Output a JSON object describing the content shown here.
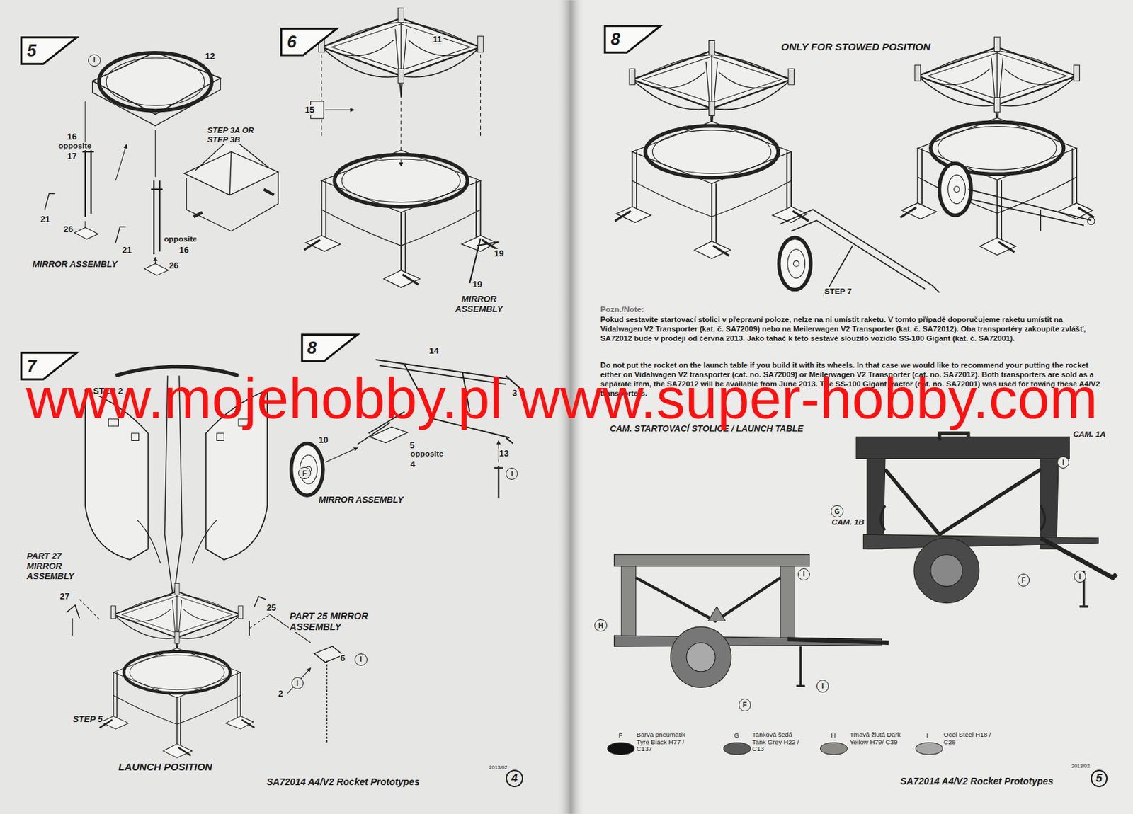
{
  "diagram": {
    "nodes": [
      {
        "text": [
          "5"
        ]
      },
      {
        "text": [
          "I"
        ]
      },
      {
        "text": [
          "6"
        ]
      },
      {
        "text": [
          "7"
        ]
      },
      {
        "text": [
          "I"
        ]
      },
      {
        "text": [
          "I"
        ]
      },
      {
        "text": [
          "8"
        ]
      },
      {
        "text": [
          "F"
        ]
      },
      {
        "text": [
          "I"
        ]
      },
      {
        "text": [
          "4"
        ]
      },
      {
        "text": [
          "8"
        ]
      },
      {
        "text": [
          "I"
        ]
      },
      {
        "text": [
          "G"
        ]
      },
      {
        "text": [
          "F"
        ]
      },
      {
        "text": [
          "I"
        ]
      },
      {
        "text": [
          "I"
        ]
      },
      {
        "text": [
          "H"
        ]
      },
      {
        "text": [
          "I"
        ]
      },
      {
        "text": [
          "F"
        ]
      },
      {
        "text": [
          "5"
        ]
      }
    ],
    "labels": [
      "12",
      "16",
      "opposite",
      "17",
      "STEP 3A OR STEP 3B",
      "21",
      "26",
      "21",
      "opposite",
      "16",
      "26",
      "MIRROR ASSEMBLY",
      "11",
      "15",
      "19",
      "19",
      "MIRROR ASSEMBLY",
      "STEP 2",
      "PART 27 MIRROR ASSEMBLY",
      "27",
      "25",
      "PART 25 MIRROR ASSEMBLY",
      "6",
      "2",
      "STEP 5",
      "LAUNCH POSITION",
      "14",
      "3",
      "10",
      "5",
      "opposite",
      "4",
      "13",
      "MIRROR ASSEMBLY",
      "2013/02",
      "SA72014 A4/V2 Rocket Prototypes",
      "ONLY FOR STOWED POSITION",
      "STEP 7",
      "Pozn./Note:",
      "Pokud sestavíte startovací stolici v přepravní poloze, nelze na ni umístit raketu. V tomto případě doporučujeme raketu umístit na Vidalwagen V2 Transporter (kat. č. SA72009) nebo na Meilerwagen V2 Transporter (kat. č. SA72012). Oba transportéry zakoupíte zvlášť, SA72012 bude v prodeji od června 2013. Jako tahač k této sestavě sloužilo vozidlo SS-100 Gigant (kat. č. SA72001).",
      "Do not put the rocket on the launch table if you build it with its wheels. In that case we would like to recommend your putting the rocket either on Vidalwagen V2 transporter (cat. no. SA72009) or Meilerwagen V2 Transporter (cat. no. SA72012). Both transporters are sold as a separate item, the SA72012 will be available from June 2013. The SS-100 Gigant tractor (cat. no. SA72001) was used for towing these A4/V2 transporters.",
      "CAM. STARTOVACÍ STOLICE / LAUNCH TABLE",
      "CAM. 1A",
      "CAM. 1B",
      "F",
      "G",
      "H",
      "I",
      "2013/02",
      "SA72014 A4/V2 Rocket Prototypes",
      "www.mojehobby.pl www.super-hobby.com"
    ],
    "legend": [
      {
        "text": "Barva pneumatik Tyre Black H77 / C137",
        "color": "#111111"
      },
      {
        "text": "Tanková šedá Tank Grey H22 / C13",
        "color": "#5a5a5a"
      },
      {
        "text": "Tmavá žlutá Dark Yellow H79/ C39",
        "color": "#8c8c84"
      },
      {
        "text": "Ocel Steel H18 / C28",
        "color": "#a8a8a8"
      }
    ]
  }
}
